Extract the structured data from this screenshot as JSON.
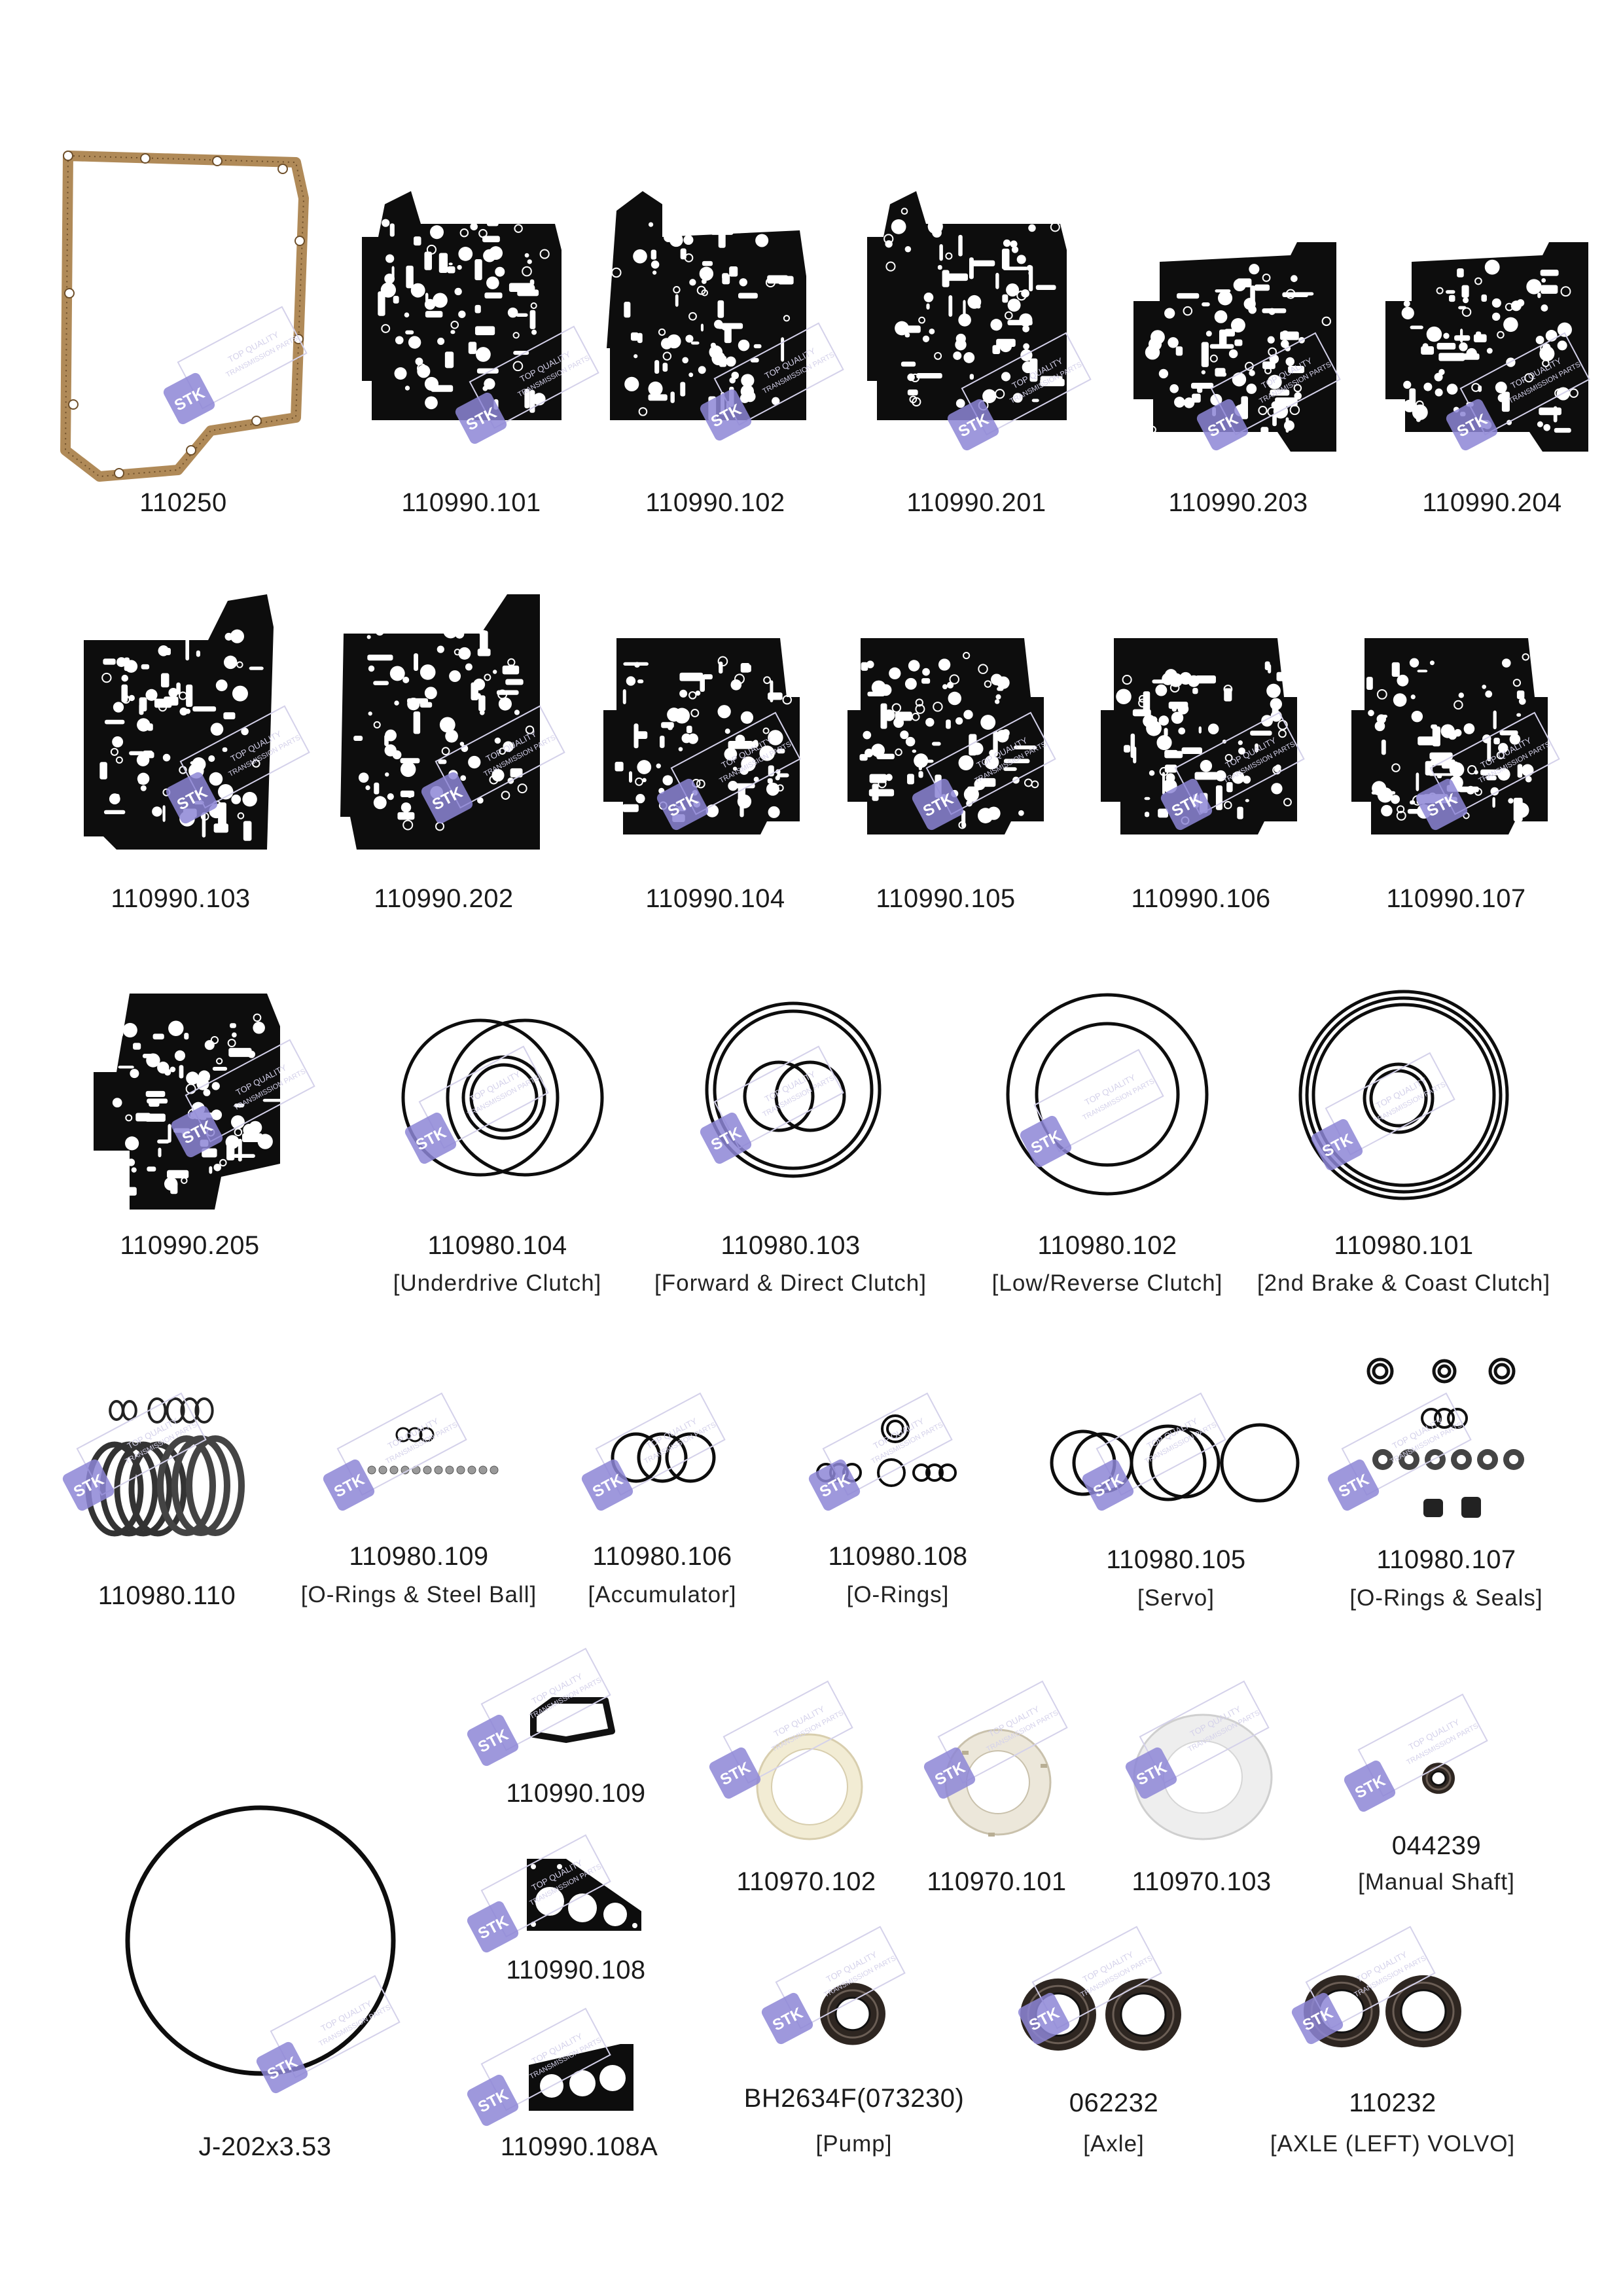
{
  "colors": {
    "gasket": "#0d0d0d",
    "cork": "#b08a58",
    "ring": "#0d0d0d",
    "logo": "#8d86d6",
    "watermark_text": "#d4d1ea",
    "teflon": "#f2ecd4",
    "rubber_seal": "#2e2621"
  },
  "watermark": {
    "brand": "STK",
    "text1": "TOP QUALITY",
    "text2": "TRANSMISSION PARTS"
  },
  "parts": [
    {
      "code": "110250",
      "desc": ""
    },
    {
      "code": "110990.101",
      "desc": ""
    },
    {
      "code": "110990.102",
      "desc": ""
    },
    {
      "code": "110990.201",
      "desc": ""
    },
    {
      "code": "110990.203",
      "desc": ""
    },
    {
      "code": "110990.204",
      "desc": ""
    },
    {
      "code": "110990.103",
      "desc": ""
    },
    {
      "code": "110990.202",
      "desc": ""
    },
    {
      "code": "110990.104",
      "desc": ""
    },
    {
      "code": "110990.105",
      "desc": ""
    },
    {
      "code": "110990.106",
      "desc": ""
    },
    {
      "code": "110990.107",
      "desc": ""
    },
    {
      "code": "110990.205",
      "desc": ""
    },
    {
      "code": "110980.104",
      "desc": "[Underdrive Clutch]"
    },
    {
      "code": "110980.103",
      "desc": "[Forward & Direct Clutch]"
    },
    {
      "code": "110980.102",
      "desc": "[Low/Reverse Clutch]"
    },
    {
      "code": "110980.101",
      "desc": "[2nd Brake & Coast Clutch]"
    },
    {
      "code": "110980.110",
      "desc": ""
    },
    {
      "code": "110980.109",
      "desc": "[O-Rings & Steel Ball]"
    },
    {
      "code": "110980.106",
      "desc": "[Accumulator]"
    },
    {
      "code": "110980.108",
      "desc": "[O-Rings]"
    },
    {
      "code": "110980.105",
      "desc": "[Servo]"
    },
    {
      "code": "110980.107",
      "desc": "[O-Rings & Seals]"
    },
    {
      "code": "J-202x3.53",
      "desc": ""
    },
    {
      "code": "110990.109",
      "desc": ""
    },
    {
      "code": "110990.108",
      "desc": ""
    },
    {
      "code": "110990.108A",
      "desc": ""
    },
    {
      "code": "110970.102",
      "desc": ""
    },
    {
      "code": "110970.101",
      "desc": ""
    },
    {
      "code": "110970.103",
      "desc": ""
    },
    {
      "code": "044239",
      "desc": "[Manual Shaft]"
    },
    {
      "code": "BH2634F(073230)",
      "desc": "[Pump]"
    },
    {
      "code": "062232",
      "desc": "[Axle]"
    },
    {
      "code": "110232",
      "desc": "[AXLE (LEFT) VOLVO]"
    }
  ]
}
